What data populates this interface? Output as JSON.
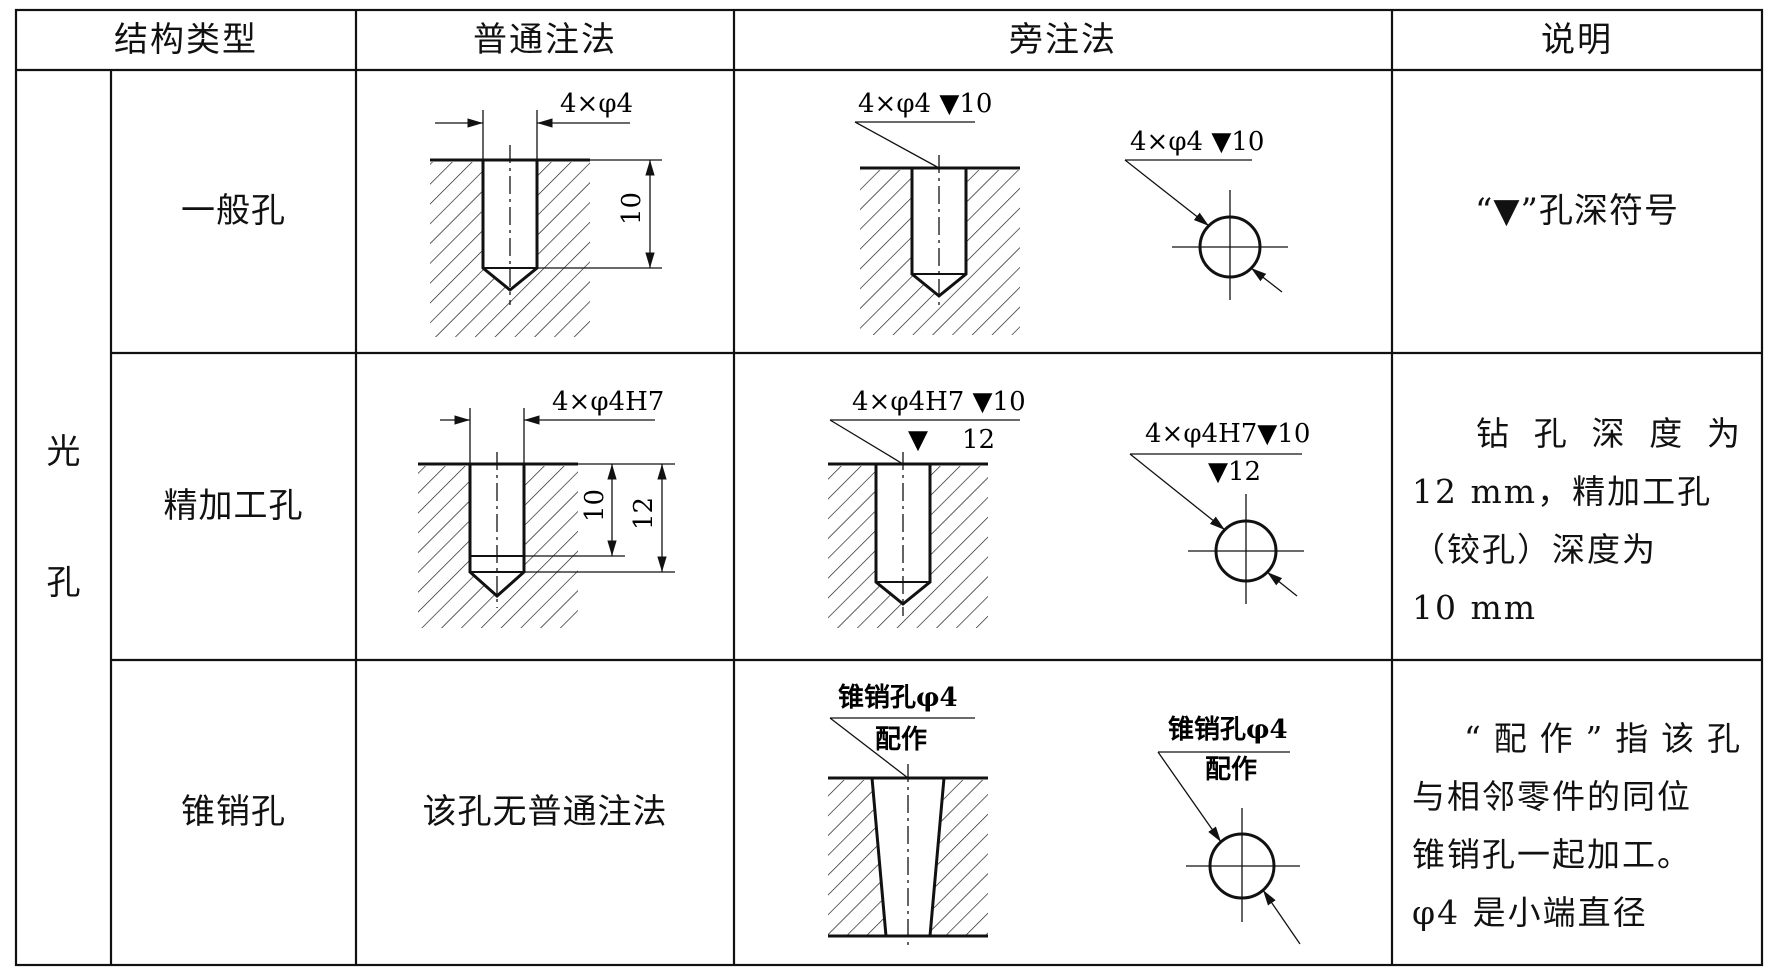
{
  "headers": {
    "type": "结构类型",
    "normal": "普通注法",
    "side": "旁注法",
    "note": "说明"
  },
  "group_label": [
    "光",
    "孔"
  ],
  "rows": [
    {
      "name": "一般孔",
      "normal": {
        "dim_label": "4×φ4",
        "depth_label": "10"
      },
      "side_a": {
        "line1": "4×φ4 ▼10"
      },
      "side_b": {
        "line1": "4×φ4 ▼10"
      },
      "note_lines": [
        "“▼”孔深符号"
      ]
    },
    {
      "name": "精加工孔",
      "normal": {
        "dim_label": "4×φ4H7",
        "depth_label_1": "10",
        "depth_label_2": "12"
      },
      "side_a": {
        "line1": "4×φ4H7  ▼10",
        "line2_sym": "▼",
        "line2": "12"
      },
      "side_b": {
        "line1": "4×φ4H7▼10",
        "line2": "▼12"
      },
      "note_lines": [
        "钻孔深度为",
        "12 mm，精加工孔",
        "（铰孔）深度为",
        "10 mm"
      ]
    },
    {
      "name": "锥销孔",
      "normal_text": "该孔无普通注法",
      "side_a": {
        "line1": "锥销孔φ4",
        "line2": "配作"
      },
      "side_b": {
        "line1": "锥销孔φ4",
        "line2": "配作"
      },
      "note_lines": [
        "“配作”指该孔",
        "与相邻零件的同位",
        "锥销孔一起加工。",
        "φ4 是小端直径"
      ]
    }
  ]
}
